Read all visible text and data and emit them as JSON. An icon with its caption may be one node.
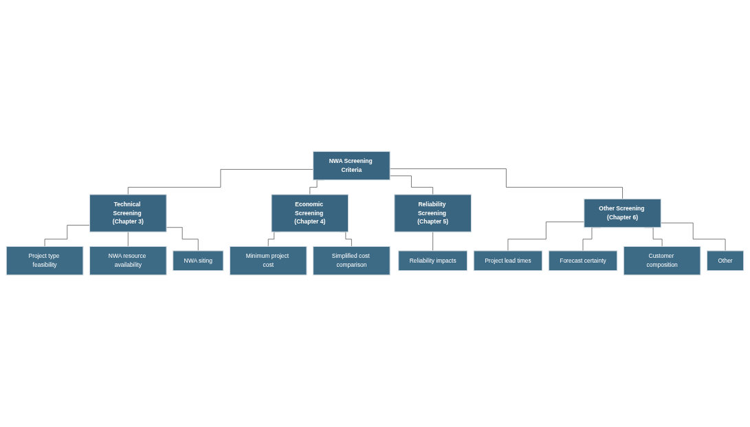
{
  "diagram": {
    "nodes": [
      {
        "text": [
          "NWA Screening Criteria"
        ]
      },
      {
        "text": [
          "Technical Screening (Chapter 3)"
        ]
      },
      {
        "text": [
          "Economic Screening (Chapter 4)"
        ]
      },
      {
        "text": [
          "Reliability Screening (Chapter 5)"
        ]
      },
      {
        "text": [
          "Other Screening (Chapter 6)"
        ]
      },
      {
        "text": [
          "Project type feasibility"
        ]
      },
      {
        "text": [
          "NWA resource availability"
        ]
      },
      {
        "text": [
          "NWA siting"
        ]
      },
      {
        "text": [
          "Minimum project cost"
        ]
      },
      {
        "text": [
          "Simplified cost comparison"
        ]
      },
      {
        "text": [
          "Reliability impacts"
        ]
      },
      {
        "text": [
          "Project lead times"
        ]
      },
      {
        "text": [
          "Forecast certainty"
        ]
      },
      {
        "text": [
          "Customer composition"
        ]
      },
      {
        "text": [
          "Other"
        ]
      }
    ],
    "edges": [
      {
        "from": 0,
        "to": 1,
        "arrow": "none"
      },
      {
        "from": 0,
        "to": 2,
        "arrow": "none"
      },
      {
        "from": 0,
        "to": 3,
        "arrow": "none"
      },
      {
        "from": 0,
        "to": 4,
        "arrow": "none"
      },
      {
        "from": 1,
        "to": 5,
        "arrow": "none"
      },
      {
        "from": 1,
        "to": 6,
        "arrow": "none"
      },
      {
        "from": 1,
        "to": 7,
        "arrow": "none"
      },
      {
        "from": 2,
        "to": 8,
        "arrow": "none"
      },
      {
        "from": 2,
        "to": 9,
        "arrow": "none"
      },
      {
        "from": 3,
        "to": 10,
        "arrow": "none"
      },
      {
        "from": 4,
        "to": 11,
        "arrow": "none"
      },
      {
        "from": 4,
        "to": 12,
        "arrow": "none"
      },
      {
        "from": 4,
        "to": 13,
        "arrow": "none"
      },
      {
        "from": 4,
        "to": 14,
        "arrow": "none"
      }
    ]
  }
}
